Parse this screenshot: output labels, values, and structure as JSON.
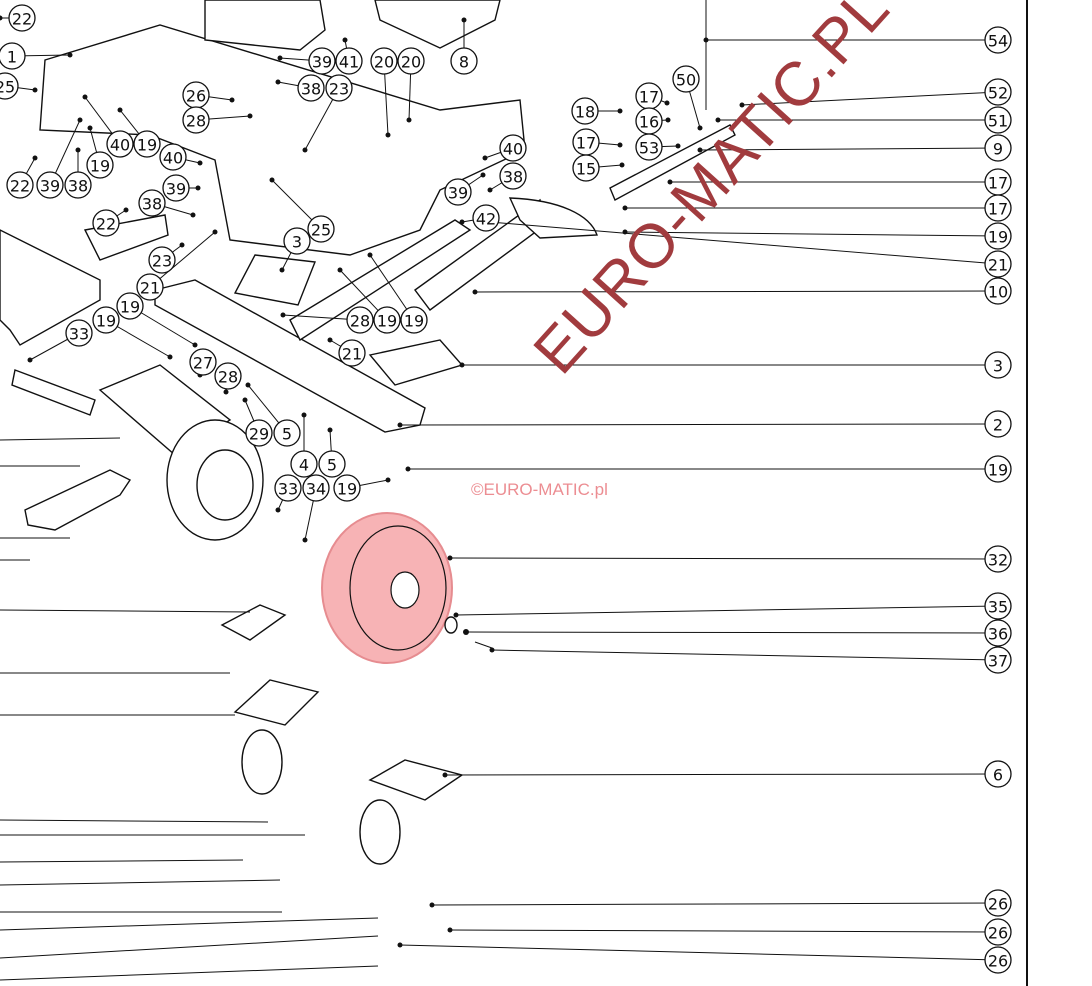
{
  "watermark": "EURO-MATIC.PL - Autor",
  "copyright": "©EURO-MATIC.pl",
  "accent_color": "#a13b3e",
  "wheel_color": "#f7b3b5",
  "callouts": [
    "22",
    "1",
    "25",
    "26",
    "28",
    "40",
    "19",
    "40",
    "19",
    "22",
    "39",
    "38",
    "39",
    "38",
    "22",
    "23",
    "21",
    "19",
    "19",
    "33",
    "27",
    "28",
    "29",
    "5",
    "4",
    "5",
    "33",
    "34",
    "19",
    "39",
    "41",
    "38",
    "23",
    "20",
    "20",
    "8",
    "25",
    "3",
    "28",
    "19",
    "19",
    "21",
    "40",
    "39",
    "38",
    "42",
    "18",
    "17",
    "16",
    "17",
    "53",
    "15",
    "50",
    "54",
    "52",
    "51",
    "9",
    "17",
    "17",
    "19",
    "21",
    "10",
    "3",
    "2",
    "19",
    "32",
    "35",
    "36",
    "37",
    "6",
    "26",
    "26",
    "26"
  ]
}
